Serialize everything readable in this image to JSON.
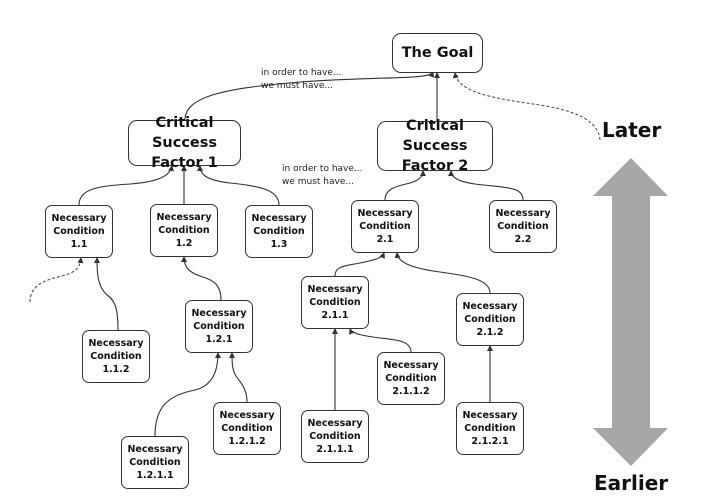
{
  "diagram": {
    "goal": "The Goal",
    "critical_success_factors": [
      {
        "id": "csf1",
        "label": "Critical Success\nFactor 1"
      },
      {
        "id": "csf2",
        "label": "Critical Success\nFactor 2"
      }
    ],
    "necessary_conditions": [
      {
        "id": "nc1_1",
        "label": "Necessary\nCondition\n1.1"
      },
      {
        "id": "nc1_2",
        "label": "Necessary\nCondition\n1.2"
      },
      {
        "id": "nc1_3",
        "label": "Necessary\nCondition\n1.3"
      },
      {
        "id": "nc2_1",
        "label": "Necessary\nCondition\n2.1"
      },
      {
        "id": "nc2_2",
        "label": "Necessary\nCondition\n2.2"
      },
      {
        "id": "nc1_1_2",
        "label": "Necessary\nCondition\n1.1.2"
      },
      {
        "id": "nc1_2_1",
        "label": "Necessary\nCondition\n1.2.1"
      },
      {
        "id": "nc2_1_1",
        "label": "Necessary\nCondition\n2.1.1"
      },
      {
        "id": "nc2_1_2",
        "label": "Necessary\nCondition\n2.1.2"
      },
      {
        "id": "nc2_1_1_2",
        "label": "Necessary\nCondition\n2.1.1.2"
      },
      {
        "id": "nc1_2_1_2",
        "label": "Necessary\nCondition\n1.2.1.2"
      },
      {
        "id": "nc1_2_1_1",
        "label": "Necessary\nCondition\n1.2.1.1"
      },
      {
        "id": "nc2_1_1_1",
        "label": "Necessary\nCondition\n2.1.1.1"
      },
      {
        "id": "nc2_1_2_1",
        "label": "Necessary\nCondition\n2.1.2.1"
      }
    ],
    "annotations": [
      {
        "id": "note1",
        "text": "in order to have...\nwe must have..."
      },
      {
        "id": "note2",
        "text": "in order to have...\nwe must have..."
      }
    ],
    "time_axis": {
      "top_label": "Later",
      "bottom_label": "Earlier",
      "arrow_color": "#a6a6a6"
    },
    "edges": [
      {
        "from": "csf1",
        "to": "goal"
      },
      {
        "from": "csf2",
        "to": "goal"
      },
      {
        "from": "nc1_1",
        "to": "csf1"
      },
      {
        "from": "nc1_2",
        "to": "csf1"
      },
      {
        "from": "nc1_3",
        "to": "csf1"
      },
      {
        "from": "nc2_1",
        "to": "csf2"
      },
      {
        "from": "nc2_2",
        "to": "csf2"
      },
      {
        "from": "nc1_1_2",
        "to": "nc1_1"
      },
      {
        "from": "nc1_2_1",
        "to": "nc1_2"
      },
      {
        "from": "nc2_1_1",
        "to": "nc2_1"
      },
      {
        "from": "nc2_1_2",
        "to": "nc2_1"
      },
      {
        "from": "nc2_1_1_2",
        "to": "nc2_1_1"
      },
      {
        "from": "nc1_2_1_1",
        "to": "nc1_2_1"
      },
      {
        "from": "nc1_2_1_2",
        "to": "nc1_2_1"
      },
      {
        "from": "nc2_1_1_1",
        "to": "nc2_1_1"
      },
      {
        "from": "nc2_1_2_1",
        "to": "nc2_1_2"
      }
    ],
    "dashed_edges": [
      {
        "from": "offscreen-right",
        "to": "goal"
      },
      {
        "from": "offscreen-left",
        "to": "nc1_1"
      }
    ]
  }
}
